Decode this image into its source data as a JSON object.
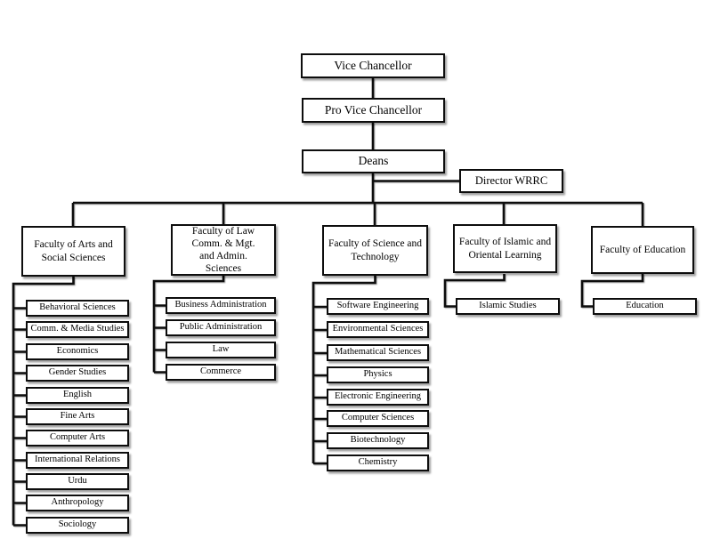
{
  "hierarchy": {
    "vice_chancellor": "Vice Chancellor",
    "pro_vice_chancellor": "Pro Vice Chancellor",
    "deans": "Deans",
    "director_wrrc": "Director WRRC"
  },
  "faculties": [
    {
      "name": "Faculty of Arts and Social Sciences",
      "departments": [
        "Behavioral Sciences",
        "Comm. & Media Studies",
        "Economics",
        "Gender Studies",
        "English",
        "Fine Arts",
        "Computer Arts",
        "International Relations",
        "Urdu",
        "Anthropology",
        "Sociology"
      ]
    },
    {
      "name": "Faculty of Law Comm. & Mgt. and Admin. Sciences",
      "departments": [
        "Business Administration",
        "Public Administration",
        "Law",
        "Commerce"
      ]
    },
    {
      "name": "Faculty of Science and Technology",
      "departments": [
        "Software Engineering",
        "Environmental Sciences",
        "Mathematical Sciences",
        "Physics",
        "Electronic Engineering",
        "Computer Sciences",
        "Biotechnology",
        "Chemistry"
      ]
    },
    {
      "name": "Faculty of Islamic and Oriental Learning",
      "departments": [
        "Islamic Studies"
      ]
    },
    {
      "name": "Faculty of Education",
      "departments": [
        "Education"
      ]
    }
  ],
  "colors": {
    "line": "#0d0d0d",
    "box_border": "#0d0d0d",
    "box_fill": "#ffffff",
    "text": "#000000",
    "background": "#ffffff"
  }
}
